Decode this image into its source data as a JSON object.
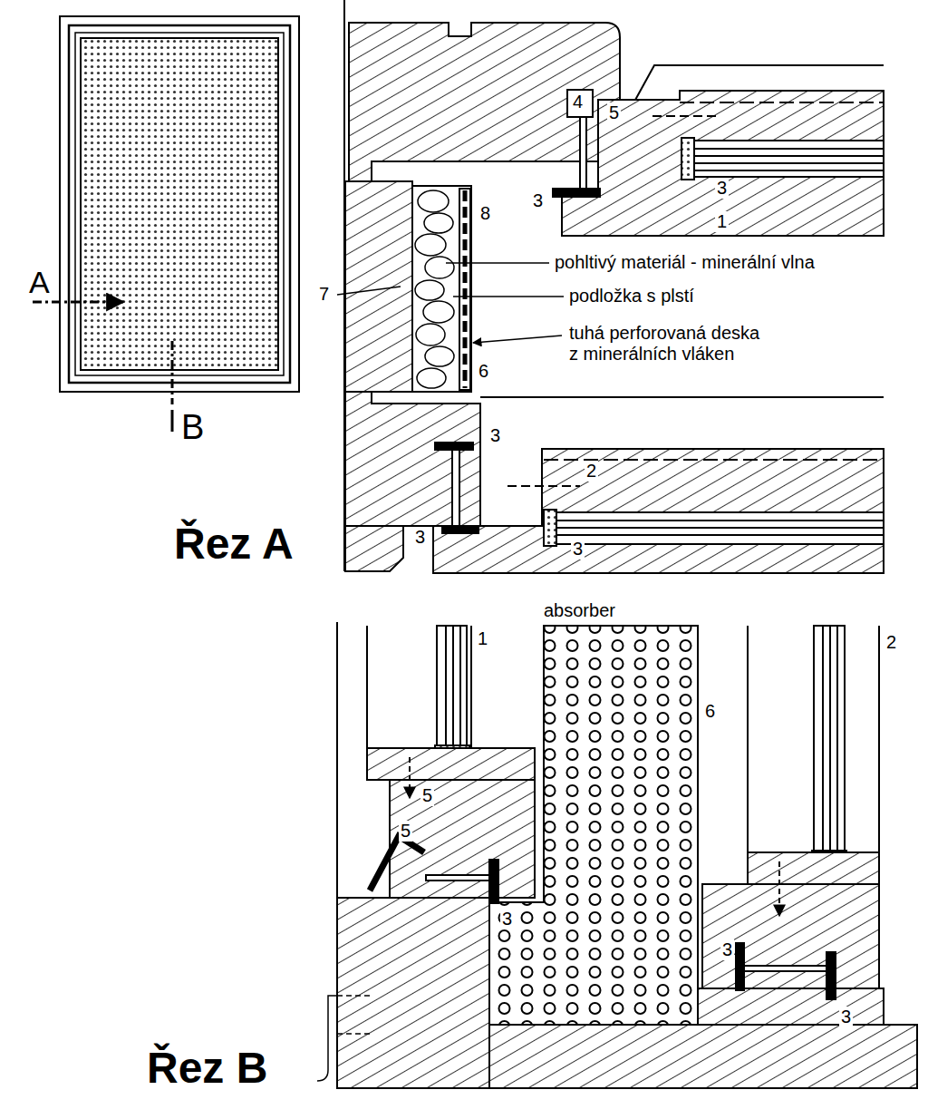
{
  "diagram": {
    "labels": [
      "A",
      "B",
      "4",
      "5",
      "3",
      "3",
      "1",
      "8",
      "pohltivý materiál - minerální vlna",
      "7",
      "podložka s plstí",
      "tuhá perforovaná deska z minerálních vláken",
      "6",
      "3",
      "2",
      "3",
      "3",
      "Řez A",
      "absorber",
      "1",
      "2",
      "6",
      "5",
      "5",
      "3",
      "3",
      "3",
      "Řez B"
    ]
  }
}
